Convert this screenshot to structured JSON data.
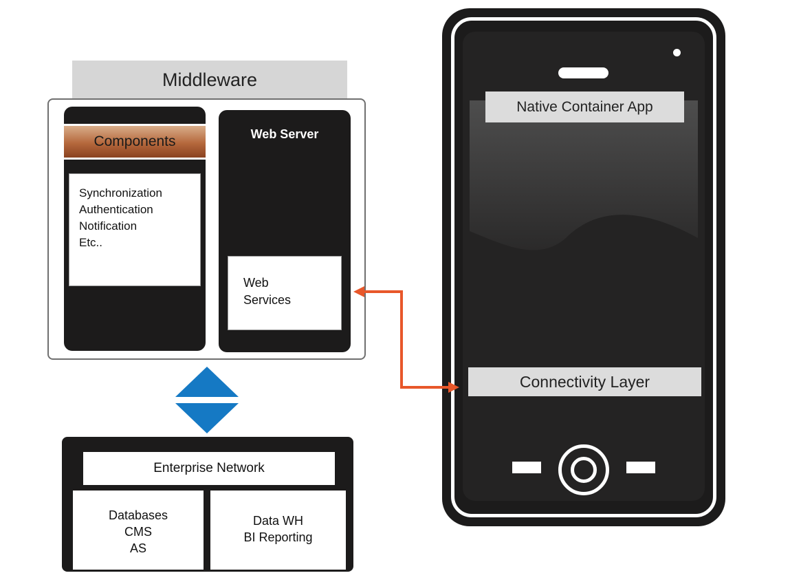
{
  "middleware": {
    "title": "Middleware",
    "components": {
      "title": "Components",
      "items": [
        "Synchronization",
        "Authentication",
        "Notification",
        "Etc.."
      ]
    },
    "web_server": {
      "title": "Web Server",
      "services_lines": [
        "Web",
        "Services"
      ]
    }
  },
  "enterprise": {
    "title": "Enterprise Network",
    "left_lines": [
      "Databases",
      "CMS",
      "AS"
    ],
    "right_lines": [
      "Data WH",
      "BI Reporting"
    ]
  },
  "phone": {
    "app_label": "Native Container App",
    "connectivity_label": "Connectivity Layer"
  },
  "colors": {
    "connector": "#e8572a",
    "exchange_arrows": "#1579c4",
    "components_header": "#b5683c",
    "panel_dark": "#1c1b1b"
  },
  "icons": {
    "exchange": "up-down-arrows-icon",
    "home": "home-button-icon"
  }
}
